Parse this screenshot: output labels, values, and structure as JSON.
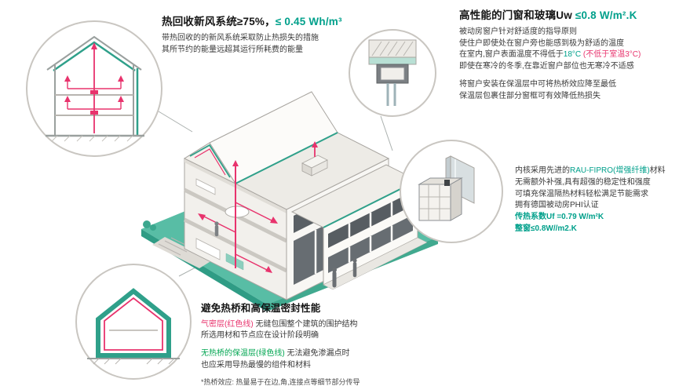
{
  "colors": {
    "teal_accent": "#00A08B",
    "teal_line": "#2FA08A",
    "platform_teal": "#58BDA5",
    "red": "#E8336D",
    "green": "#00A651",
    "glass": "#5A6065",
    "text_dark": "#151515",
    "text_body": "#3A3A3A"
  },
  "ventilation": {
    "title_main": "热回收新风系统≥75%，",
    "title_value": "≤ 0.45 Wh/m³",
    "line1": "带热回收的的新风系统采取防止热损失的措施",
    "line2": "其所节约的能量远超其运行所耗费的能量"
  },
  "windows": {
    "title_main": "高性能的门窗和玻璃Uw ",
    "title_value": "≤0.8 W/m².K",
    "line1": "被动房窗户针对舒适度的指导原则",
    "line2": "使住户即使处在窗户旁也能感到极为舒适的温度",
    "line3_pre": "在室内,窗户表面温度不得低于",
    "line3_temp": "18°C",
    "line3_note": " (不低于室温3°C)",
    "line4": "即使在寒冷的冬季,在靠近窗户部位也无寒冷不适感",
    "line5": "将窗户安装在保温层中可将热桥效应降至最低",
    "line6": "保温层包裹住部分窗框可有效降低热损失"
  },
  "profile": {
    "line1_pre": "内核采用先进的",
    "line1_brand": "RAU-FIPRO(增强纤维)",
    "line1_post": "材料",
    "line2": "无需额外补强,具有超强的稳定性和强度",
    "line3": "可填充保温隔热材料轻松满足节能需求",
    "line4": "拥有德国被动房PHI认证",
    "value1": "传热系数Uf =0.79 W/m²K",
    "value2": "整窗≤0.8W//m2.K"
  },
  "thermal": {
    "title": "避免热桥和高保温密封性能",
    "airtight_label": "气密层(红色线)",
    "airtight_rest": " 无缝包围整个建筑的围护结构",
    "line2": "所选用材和节点应在设计阶段明确",
    "insulation_label": "无热桥的保温层(绿色线)",
    "insulation_rest": " 无法避免渗漏点时",
    "line4": "也应采用导热最慢的组件和材料",
    "footnote": "*热桥效应: 热量易于在边,角,连接点等细节部分传导"
  }
}
